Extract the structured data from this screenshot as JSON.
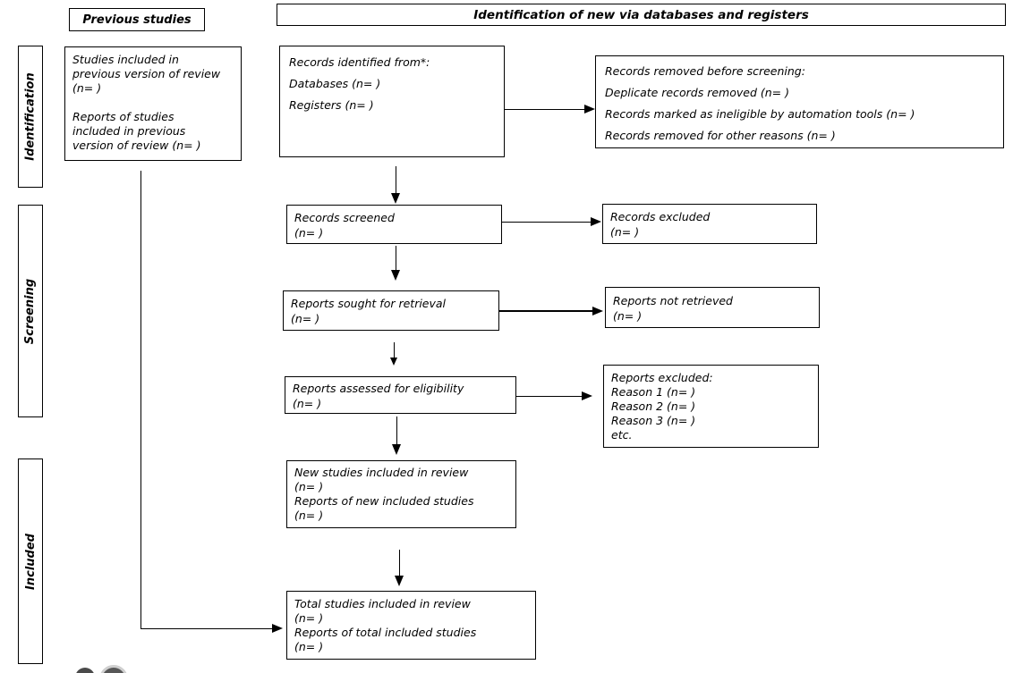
{
  "headers": {
    "previous_studies": "Previous studies",
    "identification_new": "Identification of new via databases and registers"
  },
  "side_labels": {
    "identification": "Identification",
    "screening": "Screening",
    "included": "Included"
  },
  "boxes": {
    "previous_version": "Studies included in\nprevious version of review\n(n= )\n\nReports of studies\nincluded in previous\nversion of review (n= )",
    "records_identified": "Records identified from*:\nDatabases (n= )\nRegisters (n= )",
    "records_removed": "Records removed before screening:\nDeplicate records removed (n= )\nRecords marked as ineligible by automation tools (n= )\nRecords removed for other reasons (n= )",
    "records_screened": "Records screened\n(n= )",
    "records_excluded": "Records excluded\n(n= )",
    "reports_sought": "Reports sought for retrieval\n(n= )",
    "reports_not_retrieved": "Reports not retrieved\n(n= )",
    "reports_assessed": "Reports assessed for eligibility\n(n= )",
    "reports_excluded": "Reports excluded:\nReason 1 (n= )\nReason 2 (n= )\nReason 3 (n= )\netc.",
    "new_studies": "New studies included in review\n(n= )\nReports of new included studies\n(n= )",
    "total_studies": "Total studies included in review\n(n= )\nReports of total included studies\n(n= )"
  },
  "colors": {
    "background": "#ffffff",
    "line": "#000000",
    "text": "#000000"
  }
}
